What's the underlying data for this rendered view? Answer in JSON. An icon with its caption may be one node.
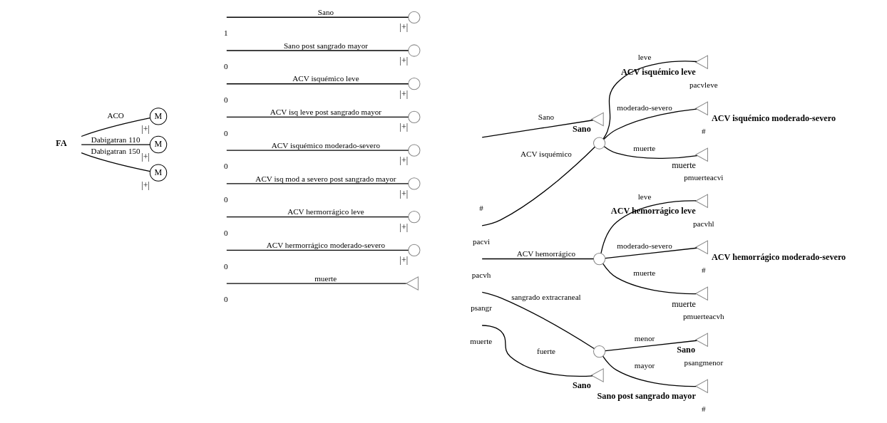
{
  "diagram": {
    "nodes": [
      {
        "text": [
          "FA"
        ]
      },
      {
        "text": [
          "M"
        ],
        "beside": [
          "|+|"
        ]
      },
      {
        "text": [
          "M"
        ],
        "beside": [
          "|+|"
        ]
      },
      {
        "text": [
          "M"
        ],
        "beside": [
          "|+|"
        ]
      },
      {
        "text": [],
        "shape": "circle",
        "beside": [
          "|+|"
        ]
      },
      {
        "text": [],
        "shape": "circle",
        "beside": [
          "|+|"
        ]
      },
      {
        "text": [],
        "shape": "circle",
        "beside": [
          "|+|"
        ]
      },
      {
        "text": [],
        "shape": "circle",
        "beside": [
          "|+|"
        ]
      },
      {
        "text": [],
        "shape": "circle",
        "beside": [
          "|+|"
        ]
      },
      {
        "text": [],
        "shape": "circle",
        "beside": [
          "|+|"
        ]
      },
      {
        "text": [],
        "shape": "circle",
        "beside": [
          "|+|"
        ]
      },
      {
        "text": [],
        "shape": "circle",
        "beside": [
          "|+|"
        ]
      },
      {
        "text": [],
        "shape": "triangle"
      },
      {
        "text": [],
        "shape": "triangle",
        "beside": [
          "Sano"
        ]
      },
      {
        "text": [],
        "shape": "circle"
      },
      {
        "text": [],
        "shape": "triangle",
        "beside": [
          "ACV isquémico leve"
        ]
      },
      {
        "text": [],
        "shape": "triangle",
        "beside": [
          "ACV isquémico moderado-severo"
        ]
      },
      {
        "text": [],
        "shape": "triangle",
        "beside": [
          "muerte"
        ]
      },
      {
        "text": [],
        "shape": "circle"
      },
      {
        "text": [],
        "shape": "triangle",
        "beside": [
          "ACV hemorrágico leve"
        ]
      },
      {
        "text": [],
        "shape": "triangle",
        "beside": [
          "ACV hemorrágico moderado-severo"
        ]
      },
      {
        "text": [],
        "shape": "triangle",
        "beside": [
          "muerte"
        ]
      },
      {
        "text": [],
        "shape": "circle"
      },
      {
        "text": [],
        "shape": "triangle",
        "beside": [
          "Sano"
        ]
      },
      {
        "text": [],
        "shape": "triangle",
        "beside": [
          "Sano post sangrado mayor"
        ]
      },
      {
        "text": [],
        "shape": "triangle",
        "beside": [
          "Sano"
        ]
      }
    ],
    "edges": [
      {
        "from": 0,
        "to": 1,
        "arrow": "none",
        "label": "ACO"
      },
      {
        "from": 0,
        "to": 2,
        "arrow": "none",
        "label": "Dabigatran 110"
      },
      {
        "from": 0,
        "to": 3,
        "arrow": "none",
        "label": "Dabigatran 150"
      },
      {
        "from": null,
        "to": 4,
        "arrow": "none",
        "label": "Sano"
      },
      {
        "from": null,
        "to": 5,
        "arrow": "none",
        "label": "Sano post sangrado mayor"
      },
      {
        "from": null,
        "to": 6,
        "arrow": "none",
        "label": "ACV isquémico leve"
      },
      {
        "from": null,
        "to": 7,
        "arrow": "none",
        "label": "ACV isq leve post sangrado mayor"
      },
      {
        "from": null,
        "to": 8,
        "arrow": "none",
        "label": "ACV isquémico moderado-severo"
      },
      {
        "from": null,
        "to": 9,
        "arrow": "none",
        "label": "ACV isq mod a severo post sangrado mayor"
      },
      {
        "from": null,
        "to": 10,
        "arrow": "none",
        "label": "ACV hermorrágico leve"
      },
      {
        "from": null,
        "to": 11,
        "arrow": "none",
        "label": "ACV hermorrágico moderado-severo"
      },
      {
        "from": null,
        "to": 12,
        "arrow": "none",
        "label": "muerte"
      },
      {
        "from": null,
        "to": 13,
        "arrow": "none",
        "label": "Sano"
      },
      {
        "from": null,
        "to": 14,
        "arrow": "none",
        "label": "ACV isquémico"
      },
      {
        "from": 14,
        "to": 15,
        "arrow": "none",
        "label": "leve"
      },
      {
        "from": 14,
        "to": 16,
        "arrow": "none",
        "label": "moderado-severo"
      },
      {
        "from": 14,
        "to": 17,
        "arrow": "none",
        "label": "muerte"
      },
      {
        "from": null,
        "to": 18,
        "arrow": "none",
        "label": "ACV hemorrágico"
      },
      {
        "from": 18,
        "to": 19,
        "arrow": "none",
        "label": "leve"
      },
      {
        "from": 18,
        "to": 20,
        "arrow": "none",
        "label": "moderado-severo"
      },
      {
        "from": 18,
        "to": 21,
        "arrow": "none",
        "label": "muerte"
      },
      {
        "from": null,
        "to": 22,
        "arrow": "none",
        "label": "sangrado extracraneal"
      },
      {
        "from": 22,
        "to": 23,
        "arrow": "none",
        "label": "menor"
      },
      {
        "from": 22,
        "to": 24,
        "arrow": "none",
        "label": "mayor"
      },
      {
        "from": null,
        "to": 25,
        "arrow": "none",
        "label": "fuerte"
      }
    ],
    "labels": [
      "1",
      "0",
      "0",
      "0",
      "0",
      "0",
      "0",
      "0",
      "0",
      "#",
      "pacvi",
      "pacvleve",
      "#",
      "pmuerteacvi",
      "pacvh",
      "pacvhl",
      "#",
      "pmuerteacvh",
      "psangr",
      "psangmenor",
      "#",
      "muerte"
    ]
  }
}
